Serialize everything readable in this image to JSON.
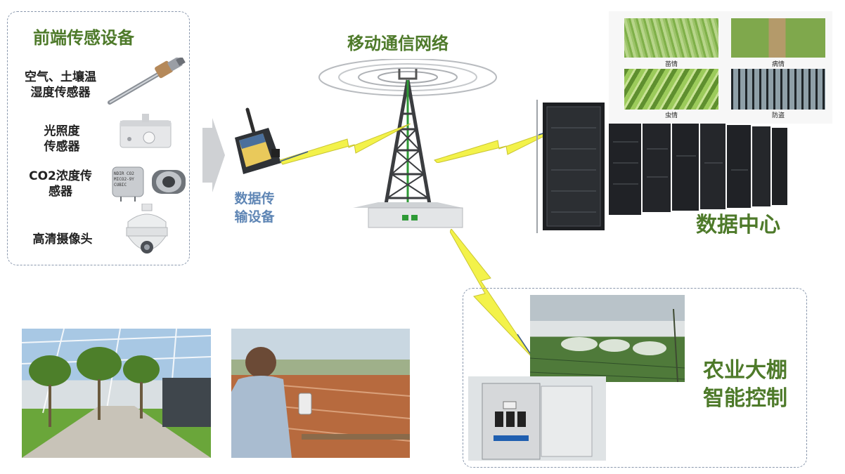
{
  "sensors": {
    "title": "前端传感设备",
    "items": [
      {
        "line1": "空气、土壤温",
        "line2": "湿度传感器",
        "icon": "probe-sensor-icon"
      },
      {
        "line1": "光照度",
        "line2": "传感器",
        "icon": "light-sensor-icon"
      },
      {
        "line1": "CO2浓度传",
        "line2": "感器",
        "icon": "co2-sensor-icon"
      },
      {
        "line1": "高清摄像头",
        "line2": "",
        "icon": "dome-camera-icon"
      }
    ],
    "co2_module_text": [
      "NDIR CO2",
      "MICO2-9Y",
      "CUBIC"
    ]
  },
  "transmission": {
    "line1": "数据传",
    "line2": "输设备"
  },
  "network": {
    "title": "移动通信网络"
  },
  "datacenter": {
    "title": "数据中心",
    "monitor_captions": [
      "苗情",
      "病情",
      "虫情",
      "防盗"
    ]
  },
  "greenhouse": {
    "line1": "农业大棚",
    "line2": "智能控制"
  },
  "colors": {
    "title_green": "#4e7a2a",
    "transmission_blue": "#5f86b5",
    "dash_border": "#8a98ad",
    "lightning_yellow": "#f3f24a"
  }
}
